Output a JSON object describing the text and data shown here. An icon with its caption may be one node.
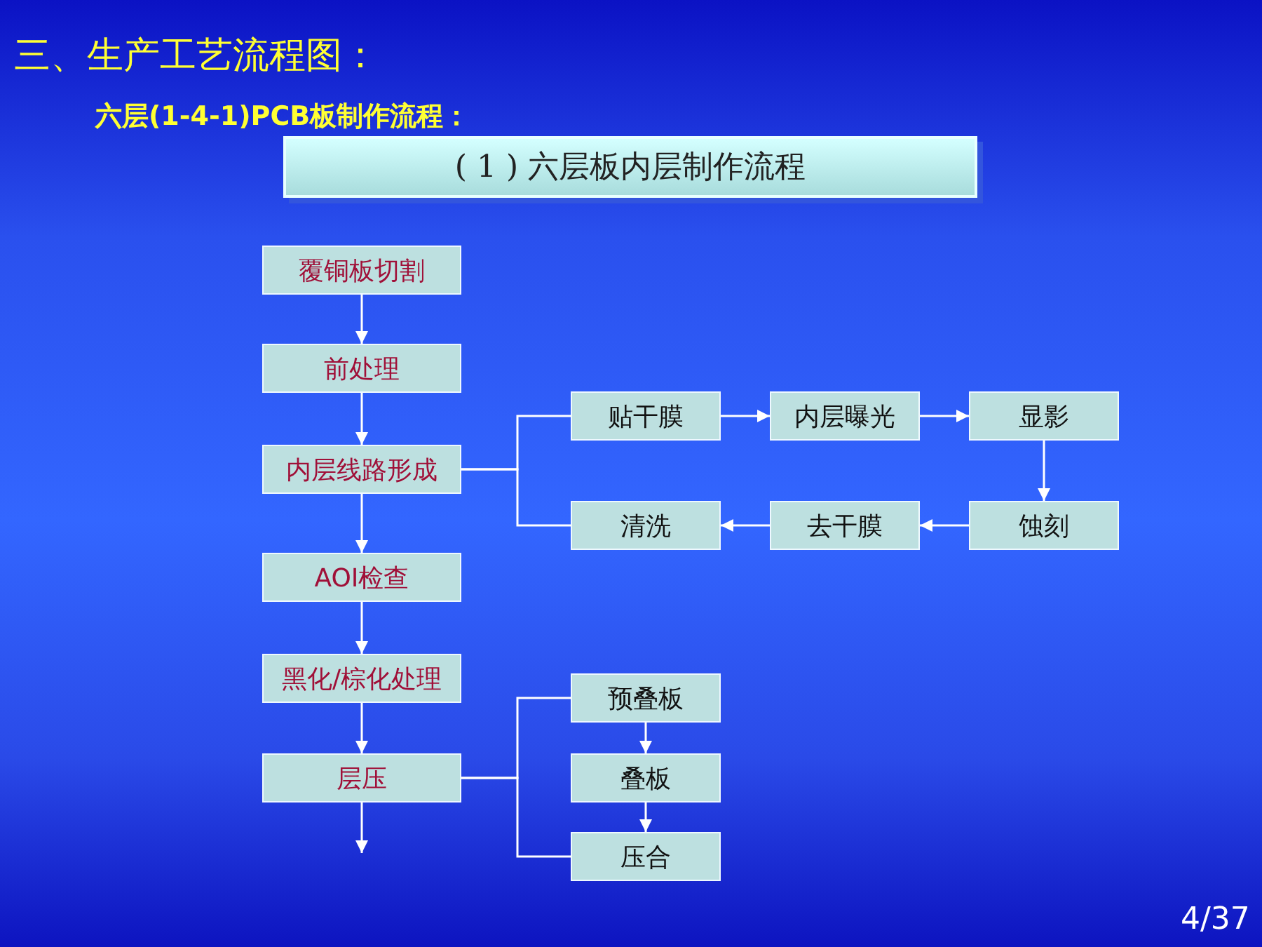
{
  "diagram": {
    "title": "三、生产工艺流程图：",
    "nodes": [
      {
        "text": [
          "( 1 ) 六层板内层制作流程"
        ]
      },
      {
        "text": [
          "覆铜板切割"
        ]
      },
      {
        "text": [
          "前处理"
        ]
      },
      {
        "text": [
          "内层线路形成"
        ]
      },
      {
        "text": [
          "AOI检查"
        ]
      },
      {
        "text": [
          "黑化/棕化处理"
        ]
      },
      {
        "text": [
          "层压"
        ]
      },
      {
        "text": [
          "贴干膜"
        ]
      },
      {
        "text": [
          "内层曝光"
        ]
      },
      {
        "text": [
          "显影"
        ]
      },
      {
        "text": [
          "清洗"
        ]
      },
      {
        "text": [
          "去干膜"
        ]
      },
      {
        "text": [
          "蚀刻"
        ]
      },
      {
        "text": [
          "预叠板"
        ]
      },
      {
        "text": [
          "叠板"
        ]
      },
      {
        "text": [
          "压合"
        ]
      }
    ],
    "edges": [
      {
        "from": 1,
        "to": 2,
        "arrow": "to"
      },
      {
        "from": 2,
        "to": 3,
        "arrow": "to"
      },
      {
        "from": 3,
        "to": 4,
        "arrow": "to"
      },
      {
        "from": 4,
        "to": 5,
        "arrow": "to"
      },
      {
        "from": 5,
        "to": 6,
        "arrow": "to"
      },
      {
        "from": 6,
        "to": null,
        "arrow": "to"
      },
      {
        "from": 3,
        "to": 7,
        "arrow": "none"
      },
      {
        "from": 3,
        "to": 10,
        "arrow": "none"
      },
      {
        "from": 7,
        "to": 8,
        "arrow": "to"
      },
      {
        "from": 8,
        "to": 9,
        "arrow": "to"
      },
      {
        "from": 9,
        "to": 12,
        "arrow": "to"
      },
      {
        "from": 12,
        "to": 11,
        "arrow": "to"
      },
      {
        "from": 11,
        "to": 10,
        "arrow": "to"
      },
      {
        "from": 6,
        "to": 13,
        "arrow": "none"
      },
      {
        "from": 6,
        "to": 15,
        "arrow": "none"
      },
      {
        "from": 13,
        "to": 14,
        "arrow": "to"
      },
      {
        "from": 14,
        "to": 15,
        "arrow": "to"
      }
    ],
    "labels": [
      "六层(1-4-1)PCB板制作流程：",
      "4/37"
    ]
  }
}
